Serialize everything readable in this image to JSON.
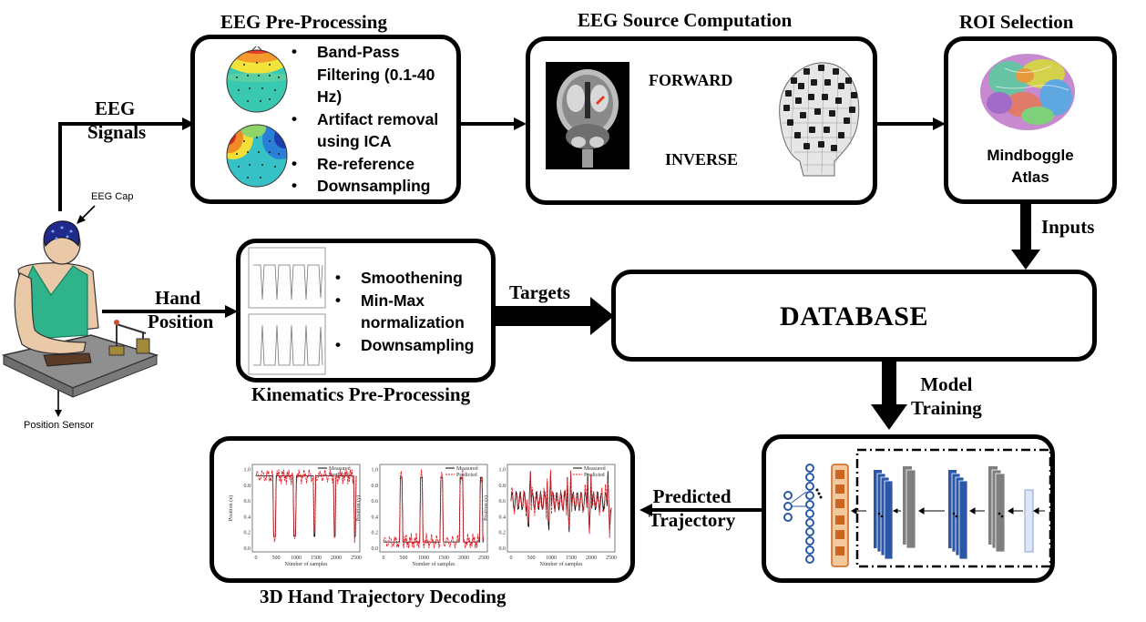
{
  "titles": {
    "preprocessing": "EEG Pre-Processing",
    "source": "EEG Source Computation",
    "roi": "ROI Selection",
    "kinematics": "Kinematics Pre-Processing",
    "decoding": "3D Hand Trajectory Decoding"
  },
  "preprocessing_steps": [
    "Band-Pass Filtering (0.1-40 Hz)",
    "Artifact removal using ICA",
    "Re-reference",
    "Downsampling"
  ],
  "kinematics_steps": [
    "Smoothening",
    "Min-Max normalization",
    "Downsampling"
  ],
  "source": {
    "forward": "FORWARD",
    "inverse": "INVERSE"
  },
  "roi": {
    "atlas_line1": "Mindboggle",
    "atlas_line2": "Atlas"
  },
  "database": "DATABASE",
  "flow_labels": {
    "eeg_line1": "EEG",
    "eeg_line2": "Signals",
    "hand_line1": "Hand",
    "hand_line2": "Position",
    "targets": "Targets",
    "inputs": "Inputs",
    "model_line1": "Model",
    "model_line2": "Training",
    "pred_line1": "Predicted",
    "pred_line2": "Trajectory"
  },
  "subject": {
    "cap": "EEG Cap",
    "sensor": "Position Sensor"
  },
  "trajectory_plots": {
    "legend": [
      "Measured",
      "Predicted"
    ],
    "xlabel": "Number of samples",
    "ylabels": [
      "Position (x)",
      "Position (y)",
      "Position (z)"
    ],
    "xticks": [
      "0",
      "500",
      "1000",
      "1500",
      "2000",
      "2500"
    ],
    "yticks": [
      "0.0",
      "0.2",
      "0.4",
      "0.6",
      "0.8",
      "1.0"
    ]
  },
  "colors": {
    "measured": "#000000",
    "predicted": "#e8202a",
    "network_blue": "#2b58a6",
    "network_gray": "#7f7f7f",
    "network_orange": "#c9661f"
  }
}
